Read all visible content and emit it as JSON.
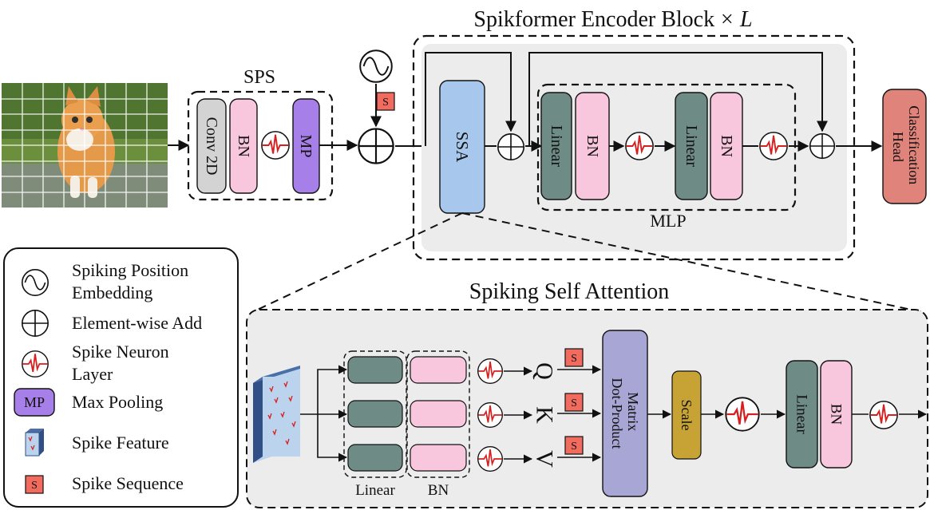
{
  "titles": {
    "encoder": "Spikformer Encoder Block",
    "encoder_mult": "× L",
    "sps": "SPS",
    "mlp": "MLP",
    "ssa_detail": "Spiking Self Attention"
  },
  "blocks": {
    "conv2d": "Conv 2D",
    "bn": "BN",
    "mp": "MP",
    "ssa": "SSA",
    "linear": "Linear",
    "classification_head_line1": "Classification",
    "classification_head_line2": "Head",
    "matrix_line1": "Matrix",
    "matrix_line2": "Dot-Product",
    "scale": "Scale",
    "spike_seq": "S",
    "q": "Q",
    "k": "K",
    "v": "V",
    "linear_group": "Linear",
    "bn_group": "BN"
  },
  "legend": [
    {
      "icon": "sine-icon",
      "line1": "Spiking Position",
      "line2": "Embedding"
    },
    {
      "icon": "add-icon",
      "line1": "Element-wise Add",
      "line2": ""
    },
    {
      "icon": "spike-neuron-icon",
      "line1": "Spike Neuron",
      "line2": "Layer"
    },
    {
      "icon": "mp-icon",
      "line1": "Max Pooling",
      "line2": "",
      "badge": "MP"
    },
    {
      "icon": "spike-feature-icon",
      "line1": "Spike Feature",
      "line2": ""
    },
    {
      "icon": "spike-sequence-icon",
      "line1": "Spike Sequence",
      "line2": "",
      "badge": "S"
    }
  ],
  "colors": {
    "conv": "#d3d3d3",
    "bn": "#f9c7dd",
    "mp": "#a77fe8",
    "ssa": "#a7c8ec",
    "linear": "#6f8b86",
    "head": "#e0837b",
    "matrix": "#a8a6d4",
    "scale": "#c7a234",
    "spike_seq": "#f26b5f",
    "panel": "#ececec"
  }
}
